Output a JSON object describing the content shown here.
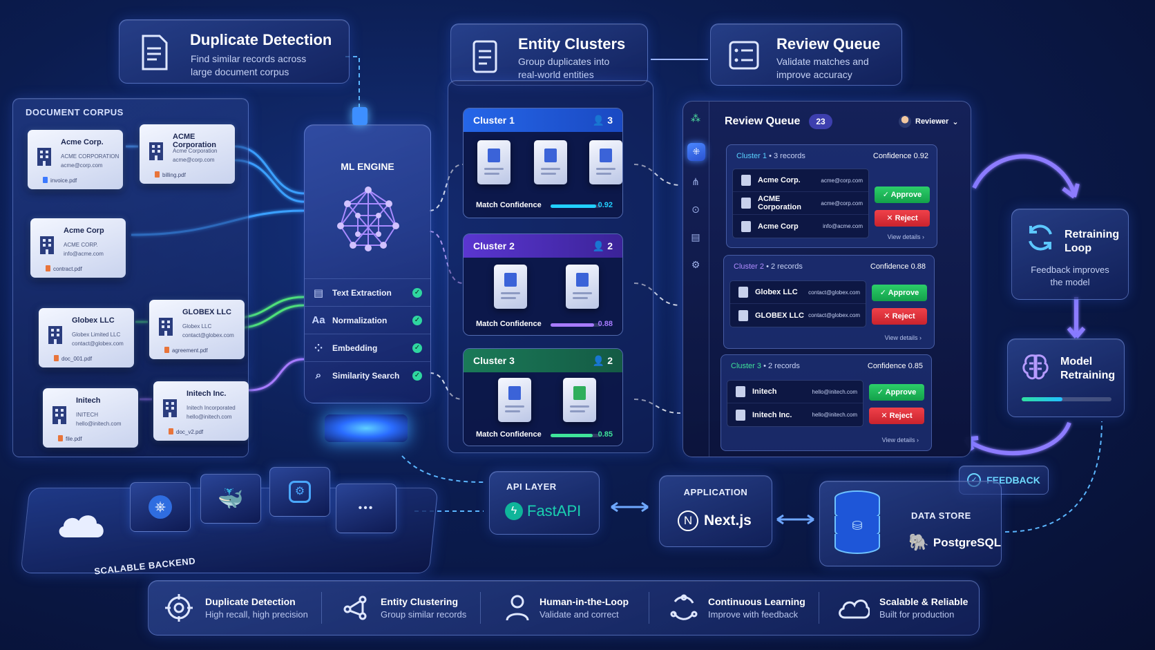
{
  "headers": {
    "duplicate": {
      "title": "Duplicate Detection",
      "sub1": "Find similar records across",
      "sub2": "large document corpus"
    },
    "clusters": {
      "title": "Entity Clusters",
      "sub1": "Group duplicates into",
      "sub2": "real-world entities"
    },
    "review": {
      "title": "Review Queue",
      "sub1": "Validate matches and",
      "sub2": "improve accuracy"
    }
  },
  "corpus": {
    "label": "DOCUMENT CORPUS",
    "cards": [
      {
        "name": "Acme Corp.",
        "line1": "ACME CORPORATION",
        "line2": "acme@corp.com",
        "file": "invoice.pdf"
      },
      {
        "name": "ACME Corporation",
        "line1": "Acme Corporation",
        "line2": "acme@corp.com",
        "file": "billing.pdf"
      },
      {
        "name": "Acme Corp",
        "line1": "ACME CORP.",
        "line2": "info@acme.com",
        "file": "contract.pdf"
      },
      {
        "name": "Globex LLC",
        "line1": "Globex Limited LLC",
        "line2": "contact@globex.com",
        "file": "doc_001.pdf"
      },
      {
        "name": "GLOBEX LLC",
        "line1": "Globex LLC",
        "line2": "contact@globex.com",
        "file": "agreement.pdf"
      },
      {
        "name": "Initech",
        "line1": "INITECH",
        "line2": "hello@initech.com",
        "file": "file.pdf"
      },
      {
        "name": "Initech Inc.",
        "line1": "Initech Incorporated",
        "line2": "hello@initech.com",
        "file": "doc_v2.pdf"
      }
    ]
  },
  "engine": {
    "title": "ML ENGINE",
    "stages": [
      {
        "label": "Text Extraction"
      },
      {
        "label": "Normalization"
      },
      {
        "label": "Embedding"
      },
      {
        "label": "Similarity Search"
      }
    ]
  },
  "cluster_panels": [
    {
      "title": "Cluster 1",
      "count": "3",
      "match_label": "Match Confidence",
      "confidence": "0.92",
      "confidence_value": 0.92,
      "color": "#2a7cff",
      "accent": "#22d0ff"
    },
    {
      "title": "Cluster 2",
      "count": "2",
      "match_label": "Match Confidence",
      "confidence": "0.88",
      "confidence_value": 0.88,
      "color": "#6a3fe0",
      "accent": "#a77bff"
    },
    {
      "title": "Cluster 3",
      "count": "2",
      "match_label": "Match Confidence",
      "confidence": "0.85",
      "confidence_value": 0.85,
      "color": "#1d7a5a",
      "accent": "#3fe39a"
    }
  ],
  "review_queue": {
    "title": "Review Queue",
    "count": "23",
    "user": "Reviewer",
    "cards": [
      {
        "cluster": "Cluster 1",
        "records": "3 records",
        "confidence": "Confidence 0.92",
        "rows": [
          {
            "name": "Acme Corp.",
            "email": "acme@corp.com"
          },
          {
            "name": "ACME Corporation",
            "email": "acme@corp.com"
          },
          {
            "name": "Acme Corp",
            "email": "info@acme.com"
          }
        ]
      },
      {
        "cluster": "Cluster 2",
        "records": "2 records",
        "confidence": "Confidence 0.88",
        "rows": [
          {
            "name": "Globex LLC",
            "email": "contact@globex.com"
          },
          {
            "name": "GLOBEX LLC",
            "email": "contact@globex.com"
          }
        ]
      },
      {
        "cluster": "Cluster 3",
        "records": "2 records",
        "confidence": "Confidence 0.85",
        "rows": [
          {
            "name": "Initech",
            "email": "hello@initech.com"
          },
          {
            "name": "Initech Inc.",
            "email": "hello@initech.com"
          }
        ]
      }
    ],
    "approve": "Approve",
    "reject": "Reject",
    "view_details": "View details"
  },
  "retraining_loop": {
    "title1": "Retraining",
    "title2": "Loop",
    "sub1": "Feedback improves",
    "sub2": "the model"
  },
  "model_retraining": {
    "title1": "Model",
    "title2": "Retraining",
    "progress": 0.45
  },
  "feedback": {
    "label": "FEEDBACK"
  },
  "backend": {
    "label": "SCALABLE BACKEND",
    "more": "•••"
  },
  "api_layer": {
    "label": "API LAYER",
    "tech": "FastAPI"
  },
  "application": {
    "label": "APPLICATION",
    "tech": "Next.js"
  },
  "data_store": {
    "label": "DATA STORE",
    "tech": "PostgreSQL"
  },
  "features": [
    {
      "title": "Duplicate Detection",
      "sub": "High recall, high precision",
      "icon": "target-icon"
    },
    {
      "title": "Entity Clustering",
      "sub": "Group similar records",
      "icon": "graph-nodes-icon"
    },
    {
      "title": "Human-in-the-Loop",
      "sub": "Validate and correct",
      "icon": "person-icon"
    },
    {
      "title": "Continuous Learning",
      "sub": "Improve with feedback",
      "icon": "cycle-icon"
    },
    {
      "title": "Scalable & Reliable",
      "sub": "Built for production",
      "icon": "cloud-icon"
    }
  ],
  "colors": {
    "accent": "#2a7cff",
    "approve": "#1fb85a",
    "reject": "#e0313a",
    "cyan": "#22d0ff",
    "purple": "#a77bff",
    "green": "#3fe39a"
  }
}
